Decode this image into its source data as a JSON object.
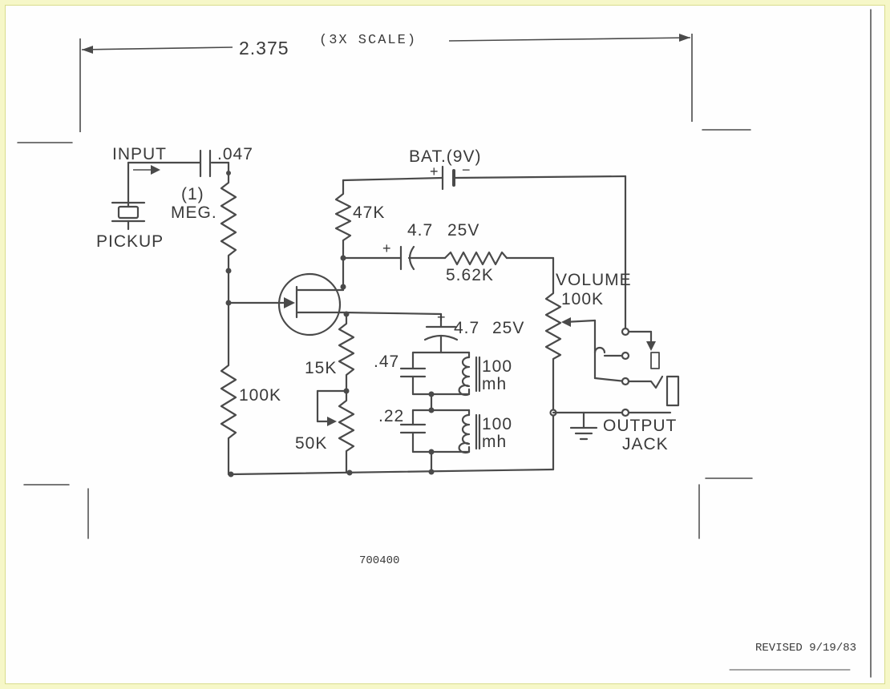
{
  "dimension": {
    "value": "2.375",
    "note": "(3X SCALE)"
  },
  "labels": {
    "input": "INPUT",
    "input_cap": ".047",
    "input_res_top": "(1)",
    "input_res_bottom": "MEG.",
    "pickup": "PICKUP",
    "battery": "BAT.(9V)",
    "r47k": "47K",
    "cap_top_value": "4.7",
    "cap_top_voltage": "25V",
    "r562k": "5.62K",
    "volume": "VOLUME",
    "volume_value": "100K",
    "cap_mid_value": "4.7",
    "cap_mid_voltage": "25V",
    "r15k": "15K",
    "c47": ".47",
    "l1_value": "100",
    "l1_unit": "mh",
    "c22": ".22",
    "l2_value": "100",
    "l2_unit": "mh",
    "r100k": "100K",
    "pot50k": "50K",
    "output": "OUTPUT",
    "jack": "JACK"
  },
  "part_number": "700400",
  "revision": "REVISED 9/19/83"
}
